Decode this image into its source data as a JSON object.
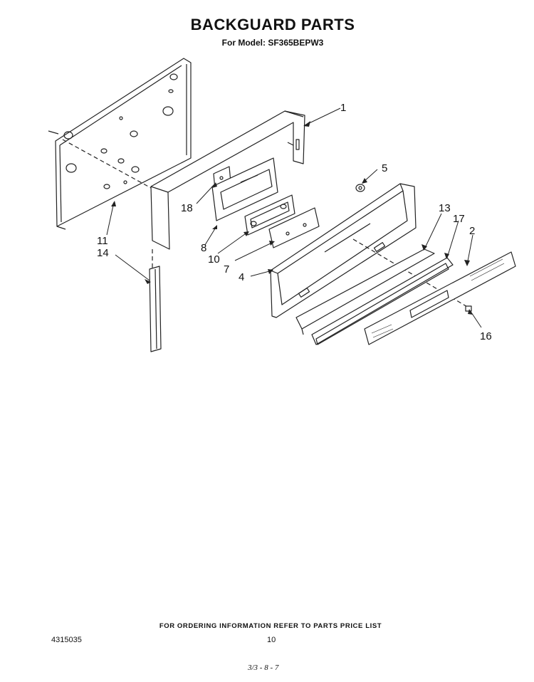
{
  "header": {
    "title": "BACKGUARD PARTS",
    "model": "For Model: SF365BEPW3"
  },
  "callouts": [
    "1",
    "2",
    "4",
    "5",
    "7",
    "8",
    "10",
    "11",
    "13",
    "14",
    "16",
    "17",
    "18"
  ],
  "footer": {
    "ordering_note": "FOR ORDERING INFORMATION REFER TO PARTS PRICE LIST",
    "part_number": "4315035",
    "page_number": "10",
    "revision": "3/3 - 8 - 7"
  }
}
